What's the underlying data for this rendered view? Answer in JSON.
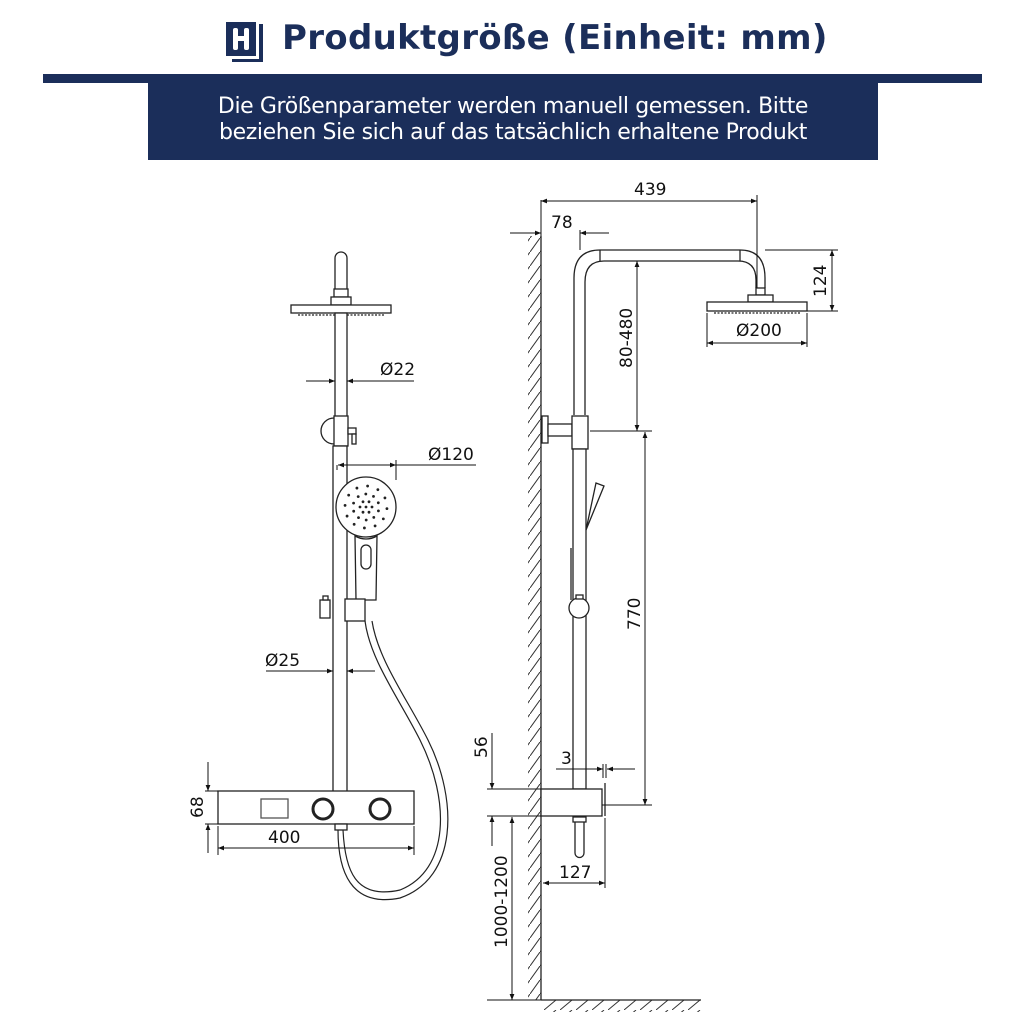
{
  "header": {
    "logo_icon": "brand-logo-icon",
    "title": "Produktgröße (Einheit: mm)"
  },
  "note": {
    "line1": "Die Größenparameter werden manuell gemessen. Bitte",
    "line2": "beziehen Sie sich auf das tatsächlich erhaltene Produkt"
  },
  "front_view": {
    "dimensions": {
      "pipe_diameter": "Ø22",
      "hand_shower_diameter": "Ø120",
      "rail_diameter": "Ø25",
      "panel_height": "68",
      "panel_width": "400"
    }
  },
  "side_view": {
    "dimensions": {
      "total_projection": "439",
      "wall_to_pipe": "78",
      "head_drop": "124",
      "rain_head_diameter": "Ø200",
      "height_adjust": "80-480",
      "rail_length": "770",
      "panel_thickness": "56",
      "gap": "3",
      "panel_depth": "127",
      "install_height": "1000-1200"
    }
  },
  "colors": {
    "brand": "#1b2e5a",
    "line": "#222222"
  }
}
